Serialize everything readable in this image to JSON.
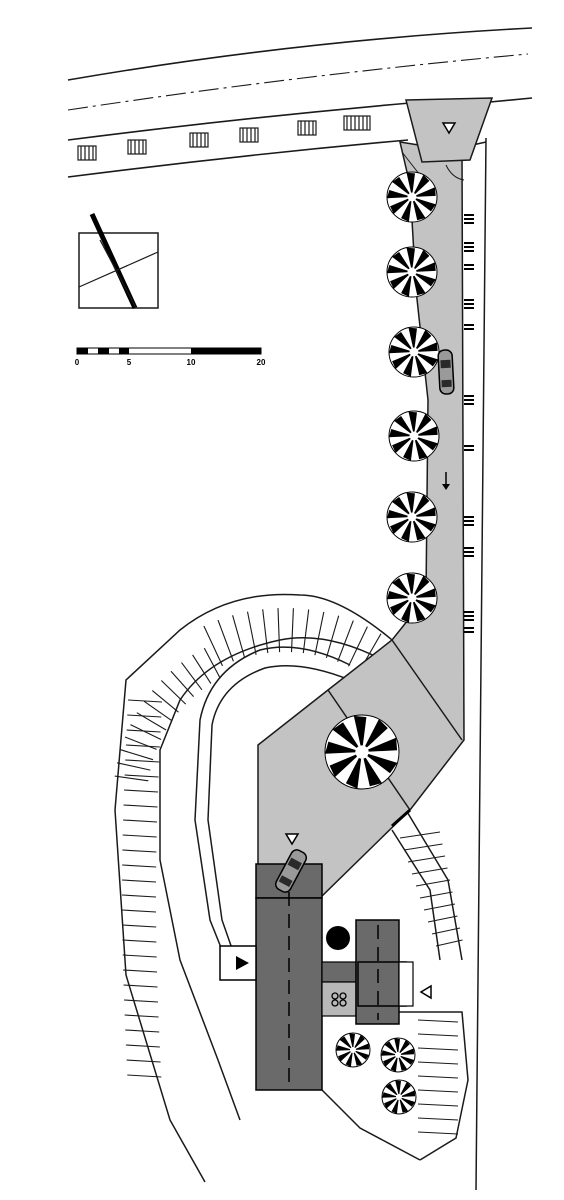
{
  "scale_bar": {
    "labels": [
      "0",
      "5",
      "10",
      "20"
    ]
  },
  "colors": {
    "paving": "#c3c3c3",
    "building": "#6a6a6a",
    "line": "#1a1a1a",
    "tree": "#000000"
  },
  "icons": {
    "north_indicator": "north-arrow-icon",
    "entrance_marker": "triangle-icon",
    "direction_arrow": "arrow-down-icon",
    "car": "car-icon",
    "tree": "tree-icon",
    "services": "quatrefoil-icon"
  }
}
